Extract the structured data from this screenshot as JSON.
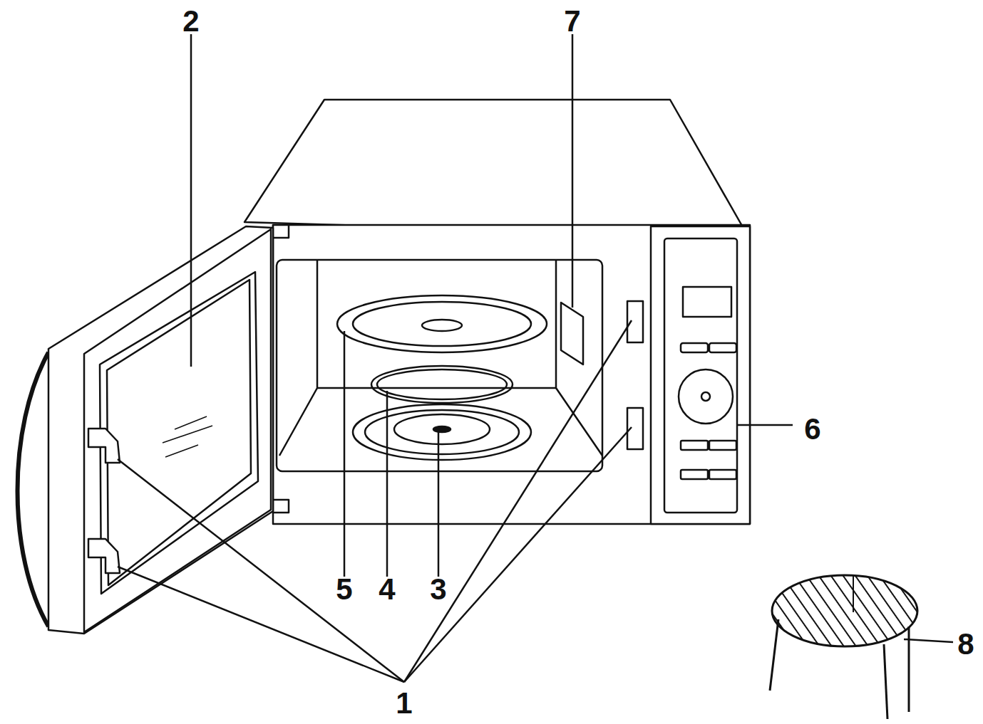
{
  "diagram": {
    "labels": [
      "2",
      "7",
      "6",
      "5",
      "4",
      "3",
      "8",
      "1"
    ]
  }
}
